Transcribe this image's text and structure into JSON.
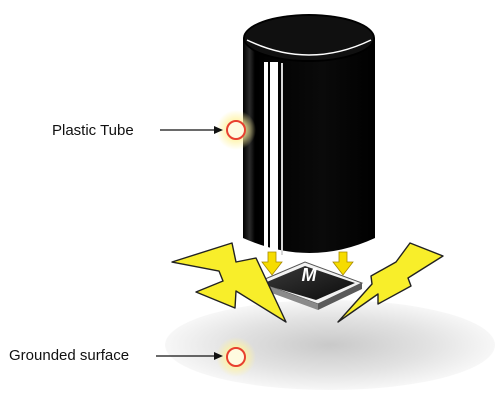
{
  "labels": {
    "tube": "Plastic Tube",
    "ground": "Grounded surface"
  },
  "chip_logo": "M",
  "icons": {
    "tube_marker": "red-circle-icon",
    "ground_marker": "red-circle-icon",
    "arrows": "down-arrow-icon",
    "discharge": "lightning-bolt-icon"
  },
  "colors": {
    "tube_body": "#0a0a0a",
    "tube_highlight": "#ffffff",
    "marker_ring": "#e8402f",
    "marker_glow": "#fff3a0",
    "arrow_fill": "#f6dc00",
    "bolt_fill": "#f8ee2a",
    "chip_body": "#1a1a1a",
    "shadow": "#dcdcdc"
  }
}
